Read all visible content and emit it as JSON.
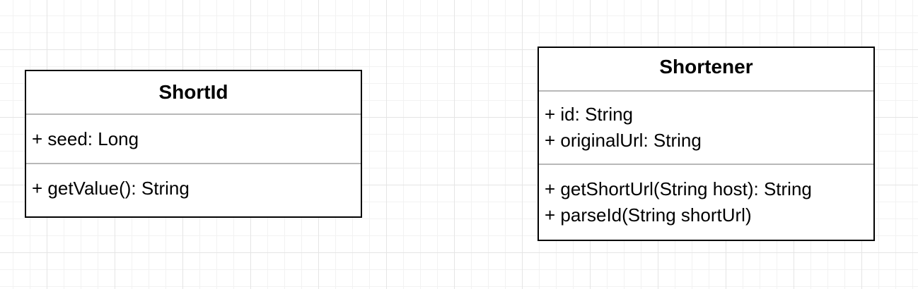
{
  "classes": {
    "short_id": {
      "name": "ShortId",
      "attributes": [
        "+ seed: Long"
      ],
      "methods": [
        "+ getValue(): String"
      ]
    },
    "shortener": {
      "name": "Shortener",
      "attributes": [
        "+ id: String",
        "+ originalUrl: String"
      ],
      "methods": [
        "+ getShortUrl(String host): String",
        "+ parseId(String shortUrl)"
      ]
    }
  },
  "colors": {
    "border": "#000000",
    "divider": "#b8b8b8",
    "grid_major": "#e5e5e5",
    "grid_minor": "#f2f2f2"
  }
}
